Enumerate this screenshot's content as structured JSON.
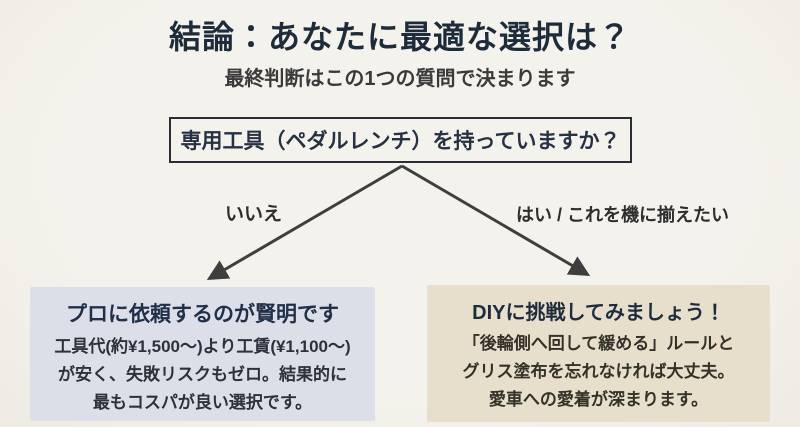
{
  "header": {
    "title": "結論：あなたに最適な選択は？",
    "subtitle": "最終判断はこの1つの質問で決まります"
  },
  "question": {
    "text": "専用工具（ペダルレンチ）を持っていますか？"
  },
  "branches": {
    "no": {
      "label": "いいえ"
    },
    "yes": {
      "label": "はい / これを機に揃えたい"
    }
  },
  "cards": {
    "pro": {
      "title": "プロに依頼するのが賢明です",
      "lines": [
        "工具代(約¥1,500〜)より工賃(¥1,100〜)",
        "が安く、失敗リスクもゼロ。結果的に",
        "最もコスパが良い選択です。"
      ]
    },
    "diy": {
      "title": "DIYに挑戦してみましょう！",
      "lines": [
        "「後輪側へ回して緩める」ルールと",
        "グリス塗布を忘れなければ大丈夫。",
        "愛車への愛着が深まります。"
      ]
    }
  },
  "colors": {
    "page_background": "#f1efe8",
    "title_text": "#1d2b3a",
    "question_border": "#2b2e36",
    "arrow": "#3e3e3e",
    "pro_card_background": "#dcdfe8",
    "diy_card_background": "#e7dfcc"
  }
}
